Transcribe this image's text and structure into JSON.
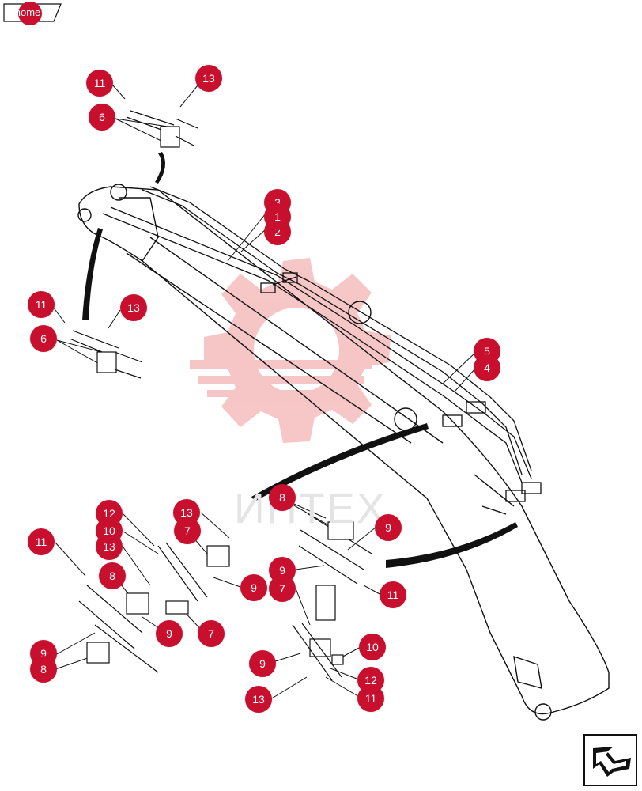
{
  "home_button": {
    "label": "home"
  },
  "watermark": {
    "text": "ИНТЕХ"
  },
  "callouts": [
    {
      "id": "c-11-top",
      "label": "11"
    },
    {
      "id": "c-13-top",
      "label": "13"
    },
    {
      "id": "c-6-top",
      "label": "6"
    },
    {
      "id": "c-3",
      "label": "3"
    },
    {
      "id": "c-1",
      "label": "1"
    },
    {
      "id": "c-2",
      "label": "2"
    },
    {
      "id": "c-11-mid",
      "label": "11"
    },
    {
      "id": "c-13-mid",
      "label": "13"
    },
    {
      "id": "c-6-mid",
      "label": "6"
    },
    {
      "id": "c-5",
      "label": "5"
    },
    {
      "id": "c-4",
      "label": "4"
    },
    {
      "id": "c-8-a",
      "label": "8"
    },
    {
      "id": "c-9-a",
      "label": "9"
    },
    {
      "id": "c-12-a",
      "label": "12"
    },
    {
      "id": "c-10-a",
      "label": "10"
    },
    {
      "id": "c-13-a",
      "label": "13"
    },
    {
      "id": "c-13-b",
      "label": "13"
    },
    {
      "id": "c-7-a",
      "label": "7"
    },
    {
      "id": "c-11-left",
      "label": "11"
    },
    {
      "id": "c-8-b",
      "label": "8"
    },
    {
      "id": "c-9-b",
      "label": "9"
    },
    {
      "id": "c-9-c",
      "label": "9"
    },
    {
      "id": "c-7-b",
      "label": "7"
    },
    {
      "id": "c-9-d",
      "label": "9"
    },
    {
      "id": "c-8-c",
      "label": "8"
    },
    {
      "id": "c-9-e",
      "label": "9"
    },
    {
      "id": "c-7-c",
      "label": "7"
    },
    {
      "id": "c-11-r",
      "label": "11"
    },
    {
      "id": "c-9-f",
      "label": "9"
    },
    {
      "id": "c-10-b",
      "label": "10"
    },
    {
      "id": "c-12-b",
      "label": "12"
    },
    {
      "id": "c-11-bot",
      "label": "11"
    },
    {
      "id": "c-13-bot",
      "label": "13"
    }
  ],
  "colors": {
    "callout": "#c8102e",
    "watermark": "#f3a9a9",
    "line": "#111111"
  },
  "nav_icon": "next-page-arrow-icon"
}
